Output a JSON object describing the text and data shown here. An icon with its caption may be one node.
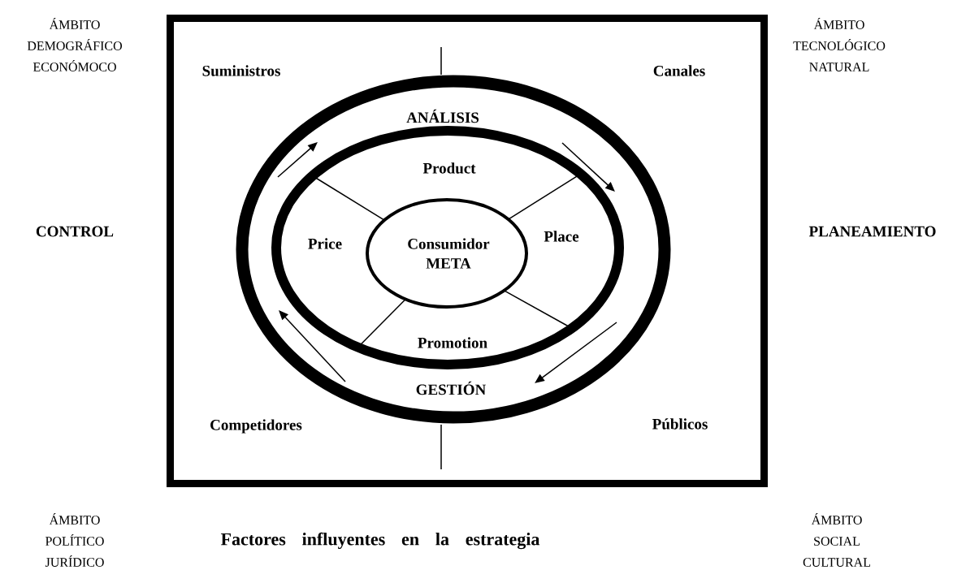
{
  "diagram": {
    "caption": "Factores influyentes en la estrategia",
    "nodes": [
      {
        "text": [
          "Suministros",
          "Canales",
          "Competidores",
          "Públicos"
        ]
      },
      {
        "text": [
          "ANÁLISIS",
          "GESTIÓN"
        ],
        "in": 0
      },
      {
        "text": [
          "Product",
          "Price",
          "Place",
          "Promotion"
        ],
        "in": 1
      },
      {
        "text": [
          "Consumidor META"
        ],
        "in": 2
      }
    ],
    "edges": [
      {
        "from": 3,
        "to": 2,
        "arrow": "none"
      },
      {
        "from": 3,
        "to": 2,
        "arrow": "none"
      },
      {
        "from": 3,
        "to": 2,
        "arrow": "none"
      },
      {
        "from": 3,
        "to": 2,
        "arrow": "none"
      }
    ],
    "labels": [
      "ÁMBITO DEMOGRÁFICO ECONÓMOCO",
      "ÁMBITO TECNOLÓGICO NATURAL",
      "CONTROL",
      "PLANEAMIENTO",
      "ÁMBITO POLÍTICO JURÍDICO",
      "ÁMBITO SOCIAL CULTURAL"
    ]
  }
}
